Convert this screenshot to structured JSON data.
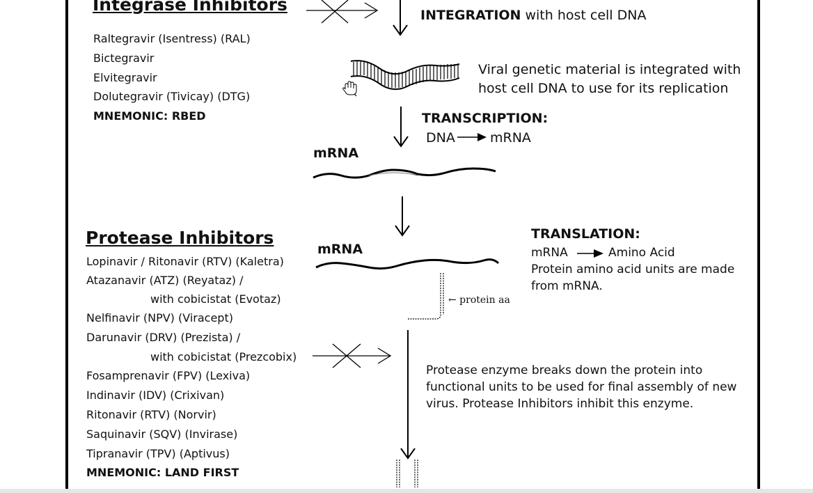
{
  "integrase": {
    "heading": "Integrase Inhibitors",
    "drugs": [
      "Raltegravir (Isentress) (RAL)",
      "Bictegravir",
      "Elvitegravir",
      "Dolutegravir (Tivicay) (DTG)"
    ],
    "mnemonic": "MNEMONIC: RBED"
  },
  "integration": {
    "title": "INTEGRATION",
    "rest": " with host cell DNA",
    "description_line1": "Viral genetic material is integrated with",
    "description_line2": "host cell DNA to use for its replication"
  },
  "transcription": {
    "title": "TRANSCRIPTION:",
    "from": "DNA",
    "to": "mRNA"
  },
  "mrna_label_1": "mRNA",
  "mrna_label_2": "mRNA",
  "translation": {
    "title": "TRANSLATION:",
    "from": "mRNA",
    "to": "Amino Acid",
    "line1": "Protein amino acid units are made",
    "line2": "from mRNA."
  },
  "protein_label": "← protein aa",
  "protease": {
    "heading": "Protease Inhibitors",
    "drugs": [
      "Lopinavir / Ritonavir (RTV) (Kaletra)",
      "Atazanavir (ATZ) (Reyataz) /",
      "with cobicistat (Evotaz)",
      "Nelfinavir (NPV) (Viracept)",
      "Darunavir (DRV) (Prezista) /",
      "with cobicistat (Prezcobix)",
      "Fosamprenavir (FPV) (Lexiva)",
      "Indinavir (IDV) (Crixivan)",
      "Ritonavir (RTV) (Norvir)",
      "Saquinavir (SQV) (Invirase)",
      "Tipranavir (TPV) (Aptivus)"
    ],
    "mnemonic": "MNEMONIC: LAND FIRST",
    "description_line1": "Protease enzyme breaks down the protein into",
    "description_line2": "functional units to be used for final assembly of new",
    "description_line3": "virus. Protease Inhibitors inhibit this enzyme."
  },
  "icons": [
    "hand-cursor-icon",
    "blocked-arrow-icon",
    "down-arrow-icon",
    "dna-helix-icon",
    "mrna-strand-icon",
    "protein-chain-icon"
  ]
}
